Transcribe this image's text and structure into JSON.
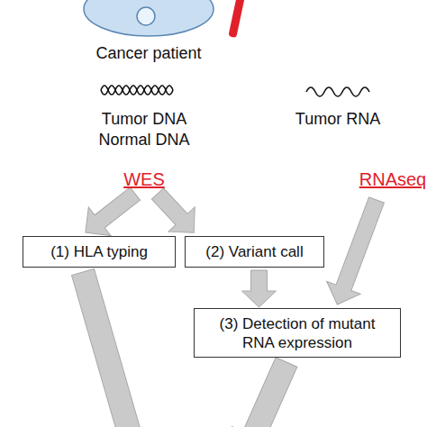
{
  "diagram": {
    "nodes": [
      {
        "text": [
          "(1) HLA typing"
        ]
      },
      {
        "text": [
          "(2) Variant call"
        ]
      },
      {
        "text": [
          "(3) Detection of mutant RNA expression"
        ]
      }
    ],
    "edges": [
      {
        "from": 1,
        "to": 2,
        "arrow": "to"
      }
    ],
    "labels": [
      "Cancer patient",
      "Tumor DNA",
      "Normal DNA",
      "Tumor RNA",
      "WES",
      "RNAseq"
    ]
  }
}
